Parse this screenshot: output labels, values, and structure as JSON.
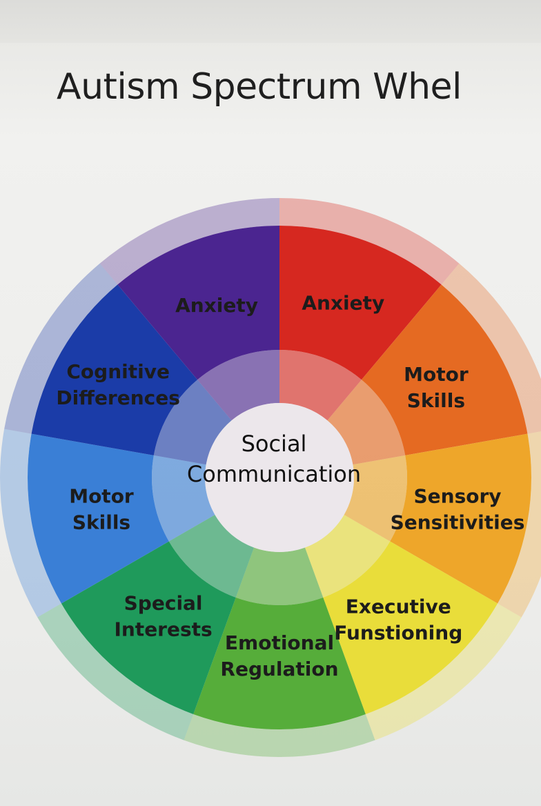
{
  "title": "Autism Spectrum Whel",
  "center": {
    "lines": [
      "Social",
      "Communication"
    ]
  },
  "segments": [
    {
      "lines": [
        "Anxiety"
      ],
      "color": "#d62820"
    },
    {
      "lines": [
        "Motor",
        "Skills"
      ],
      "color": "#e56a22"
    },
    {
      "lines": [
        "Sensory",
        "Sensitivities"
      ],
      "color": "#eea62a"
    },
    {
      "lines": [
        "Executive",
        "Funstioning"
      ],
      "color": "#e9dd3a"
    },
    {
      "lines": [
        "Emotional",
        "Regulation"
      ],
      "color": "#56ad3a"
    },
    {
      "lines": [
        "Special",
        "Interests"
      ],
      "color": "#1f9a5b"
    },
    {
      "lines": [
        "Motor",
        "Skills"
      ],
      "color": "#3a7fd6"
    },
    {
      "lines": [
        "Cognitive",
        "Differences"
      ],
      "color": "#1b3ca8"
    },
    {
      "lines": [
        "Anxiety"
      ],
      "color": "#4b2590"
    }
  ]
}
